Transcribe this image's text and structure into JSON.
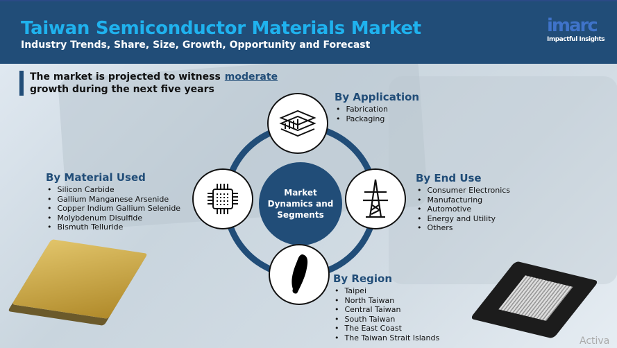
{
  "header": {
    "title": "Taiwan Semiconductor Materials Market",
    "subtitle": "Industry Trends, Share, Size, Growth, Opportunity and Forecast",
    "logo": "imarc",
    "tagline": "Impactful Insights"
  },
  "projection": {
    "text": "The market is projected to witness",
    "highlight": "moderate",
    "text2": "growth during the next five years"
  },
  "center_label": "Market Dynamics and Segments",
  "segments": {
    "application": {
      "title": "By Application",
      "items": [
        "Fabrication",
        "Packaging"
      ]
    },
    "material": {
      "title": "By Material Used",
      "items": [
        "Silicon Carbide",
        "Gallium Manganese Arsenide",
        "Copper Indium Gallium Selenide",
        "Molybdenum Disulfide",
        "Bismuth Telluride"
      ]
    },
    "end_use": {
      "title": "By End Use",
      "items": [
        "Consumer Electronics",
        "Manufacturing",
        "Automotive",
        "Energy and Utility",
        "Others"
      ]
    },
    "region": {
      "title": "By Region",
      "items": [
        "Taipei",
        "North Taiwan",
        "Central Taiwan",
        "South Taiwan",
        "The East Coast",
        "The Taiwan Strait Islands"
      ]
    }
  },
  "watermark": "Activa"
}
